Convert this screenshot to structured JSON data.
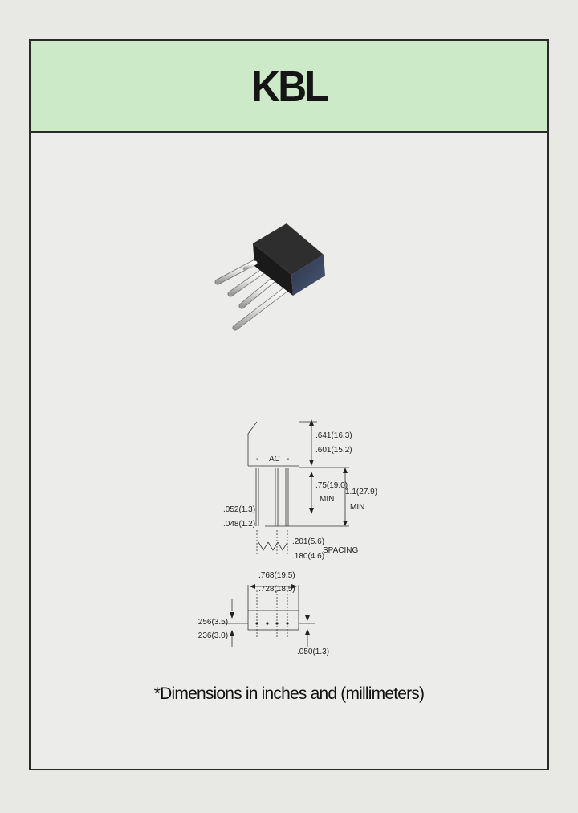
{
  "header": {
    "title": "KBL"
  },
  "component_image": {
    "icon": "kbl-bridge-rectifier-package"
  },
  "drawing": {
    "side_view": {
      "pin_labels": [
        "-",
        "AC",
        "-"
      ],
      "body_height_max": ".641(16.3)",
      "body_height_min": ".601(15.2)",
      "lead_length_a": ".75(19.0)",
      "lead_length_a_note": "MIN",
      "lead_length_b": "1.1(27.9)",
      "lead_length_b_note": "MIN",
      "lead_width_max": ".052(1.3)",
      "lead_width_min": ".048(1.2)",
      "spacing_max": ".201(5.6)",
      "spacing_label": "SPACING",
      "spacing_min": ".180(4.6)"
    },
    "bottom_view": {
      "width_max": ".768(19.5)",
      "width_min": ".728(18.5)",
      "thickness_max": ".256(3.5)",
      "thickness_min": ".236(3.0)",
      "pin_offset": ".050(1.3)"
    }
  },
  "footnote": "*Dimensions in inches and (millimeters)",
  "colors": {
    "header_bg": "#cdeac8",
    "page_bg": "#ececea",
    "border": "#2a2a2a"
  }
}
